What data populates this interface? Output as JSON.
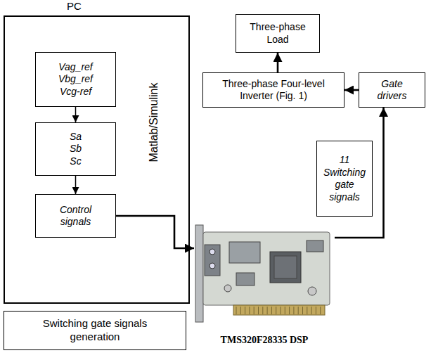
{
  "diagram": {
    "nodes": [
      {
        "text": [
          "PC"
        ]
      },
      {
        "text": [
          "Vag_ref Vbg_ref Vcg-ref"
        ],
        "in": 0
      },
      {
        "text": [
          "Sa Sb Sc"
        ],
        "in": 0
      },
      {
        "text": [
          "Control signals"
        ],
        "in": 0
      },
      {
        "text": [
          "Three-phase Load"
        ]
      },
      {
        "text": [
          "Three-phase Four-level Inverter (Fig. 1)"
        ]
      },
      {
        "text": [
          "Gate drivers"
        ]
      },
      {
        "text": [
          "11 Switching gate signals"
        ]
      },
      {
        "text": [
          "TMS320F28335 DSP"
        ]
      },
      {
        "text": [
          "Switching gate signals generation"
        ]
      }
    ],
    "edges": [
      {
        "from": 1,
        "to": 2,
        "arrow": "to"
      },
      {
        "from": 2,
        "to": 3,
        "arrow": "to"
      },
      {
        "from": 3,
        "to": 8,
        "arrow": "to"
      },
      {
        "from": 8,
        "to": 6,
        "arrow": "to"
      },
      {
        "from": 6,
        "to": 5,
        "arrow": "to"
      },
      {
        "from": 5,
        "to": 4,
        "arrow": "to"
      }
    ],
    "labels": [
      "Matlab/Simulink"
    ]
  }
}
